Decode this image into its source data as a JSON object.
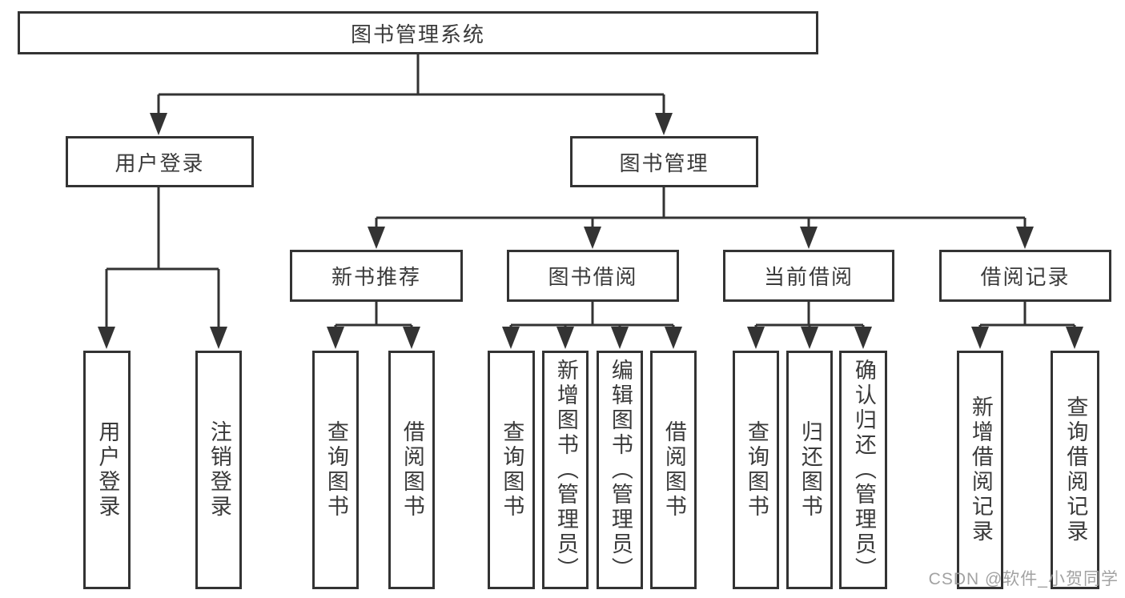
{
  "tree": {
    "label": "图书管理系统",
    "children": [
      {
        "label": "用户登录",
        "children": [
          {
            "label": "用户登录"
          },
          {
            "label": "注销登录"
          }
        ]
      },
      {
        "label": "图书管理",
        "children": [
          {
            "label": "新书推荐",
            "children": [
              {
                "label": "查询图书"
              },
              {
                "label": "借阅图书"
              }
            ]
          },
          {
            "label": "图书借阅",
            "children": [
              {
                "label": "查询图书"
              },
              {
                "label": "新增图书（管理员）"
              },
              {
                "label": "编辑图书（管理员）"
              },
              {
                "label": "借阅图书"
              }
            ]
          },
          {
            "label": "当前借阅",
            "children": [
              {
                "label": "查询图书"
              },
              {
                "label": "归还图书"
              },
              {
                "label": "确认归还（管理员）"
              }
            ]
          },
          {
            "label": "借阅记录",
            "children": [
              {
                "label": "新增借阅记录"
              },
              {
                "label": "查询借阅记录"
              }
            ]
          }
        ]
      }
    ]
  },
  "watermark": {
    "text": "CSDN @软件_小贺同学"
  },
  "colors": {
    "line": "#333333",
    "box_border": "#333333",
    "text": "#3a3a3a",
    "watermark": "#9a9a9a",
    "background": "#ffffff"
  }
}
